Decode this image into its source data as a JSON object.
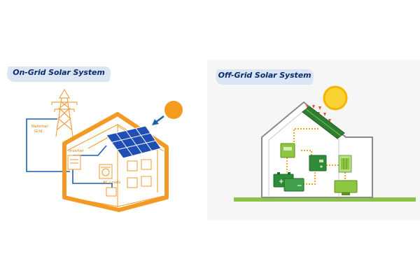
{
  "left_diagram": {
    "title": "On-Grid Solar System",
    "labels": {
      "grid_line1": "National",
      "grid_line2": "Grid",
      "inverter": "Inverter",
      "loads": "AC Loads"
    }
  },
  "right_diagram": {
    "title": "Off-Grid Solar System"
  },
  "colors": {
    "house_outline": "#f29a24",
    "wire_blue": "#1e5fb3",
    "sun_orange": "#f39b1e",
    "panel_blue": "#1f4fb5",
    "sun_yellow": "#f9d233",
    "device_green": "#8dc63f",
    "ground_green": "#8bc34a",
    "house_gray": "#888888"
  }
}
